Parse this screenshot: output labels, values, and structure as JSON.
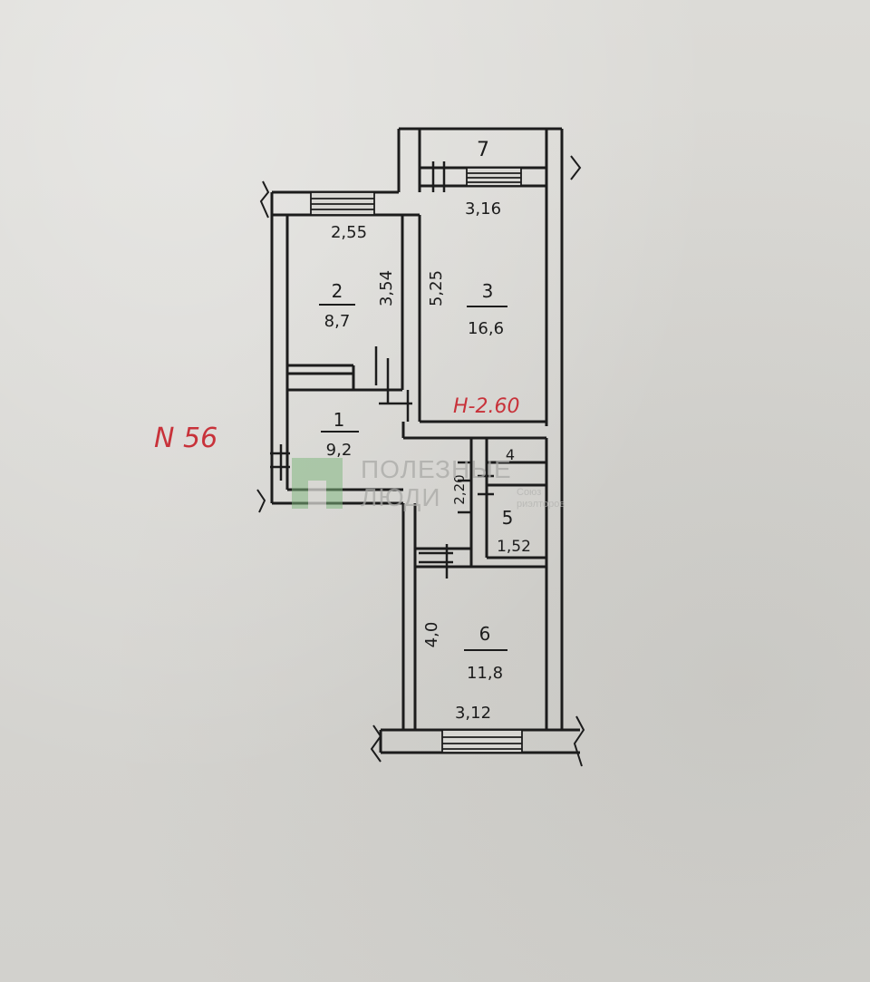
{
  "apartment_number": "N 56",
  "ceiling_height": "H-2.60",
  "rooms": [
    {
      "number": "1",
      "area": "9,2"
    },
    {
      "number": "2",
      "area": "8,7"
    },
    {
      "number": "3",
      "area": "16,6"
    },
    {
      "number": "4",
      "area": ""
    },
    {
      "number": "5",
      "area": "1,52"
    },
    {
      "number": "6",
      "area": "11,8"
    },
    {
      "number": "7",
      "area": ""
    }
  ],
  "dimensions": {
    "room2_width": "2,55",
    "room2_length": "3,54",
    "room3_width": "3,16",
    "room3_length": "5,25",
    "corridor_small": "2,20",
    "room6_length": "4,0",
    "room6_width": "3,12"
  },
  "watermark": {
    "line1": "ПОЛЕЗНЫЕ",
    "line2": "ЛЮДИ",
    "small1": "Союз",
    "small2": "риэлторов"
  },
  "colors": {
    "ink": "#1c1c1c",
    "red_ink": "#c8323a",
    "paper": "#d9d8d4",
    "watermark_green": "#7fb77e"
  }
}
